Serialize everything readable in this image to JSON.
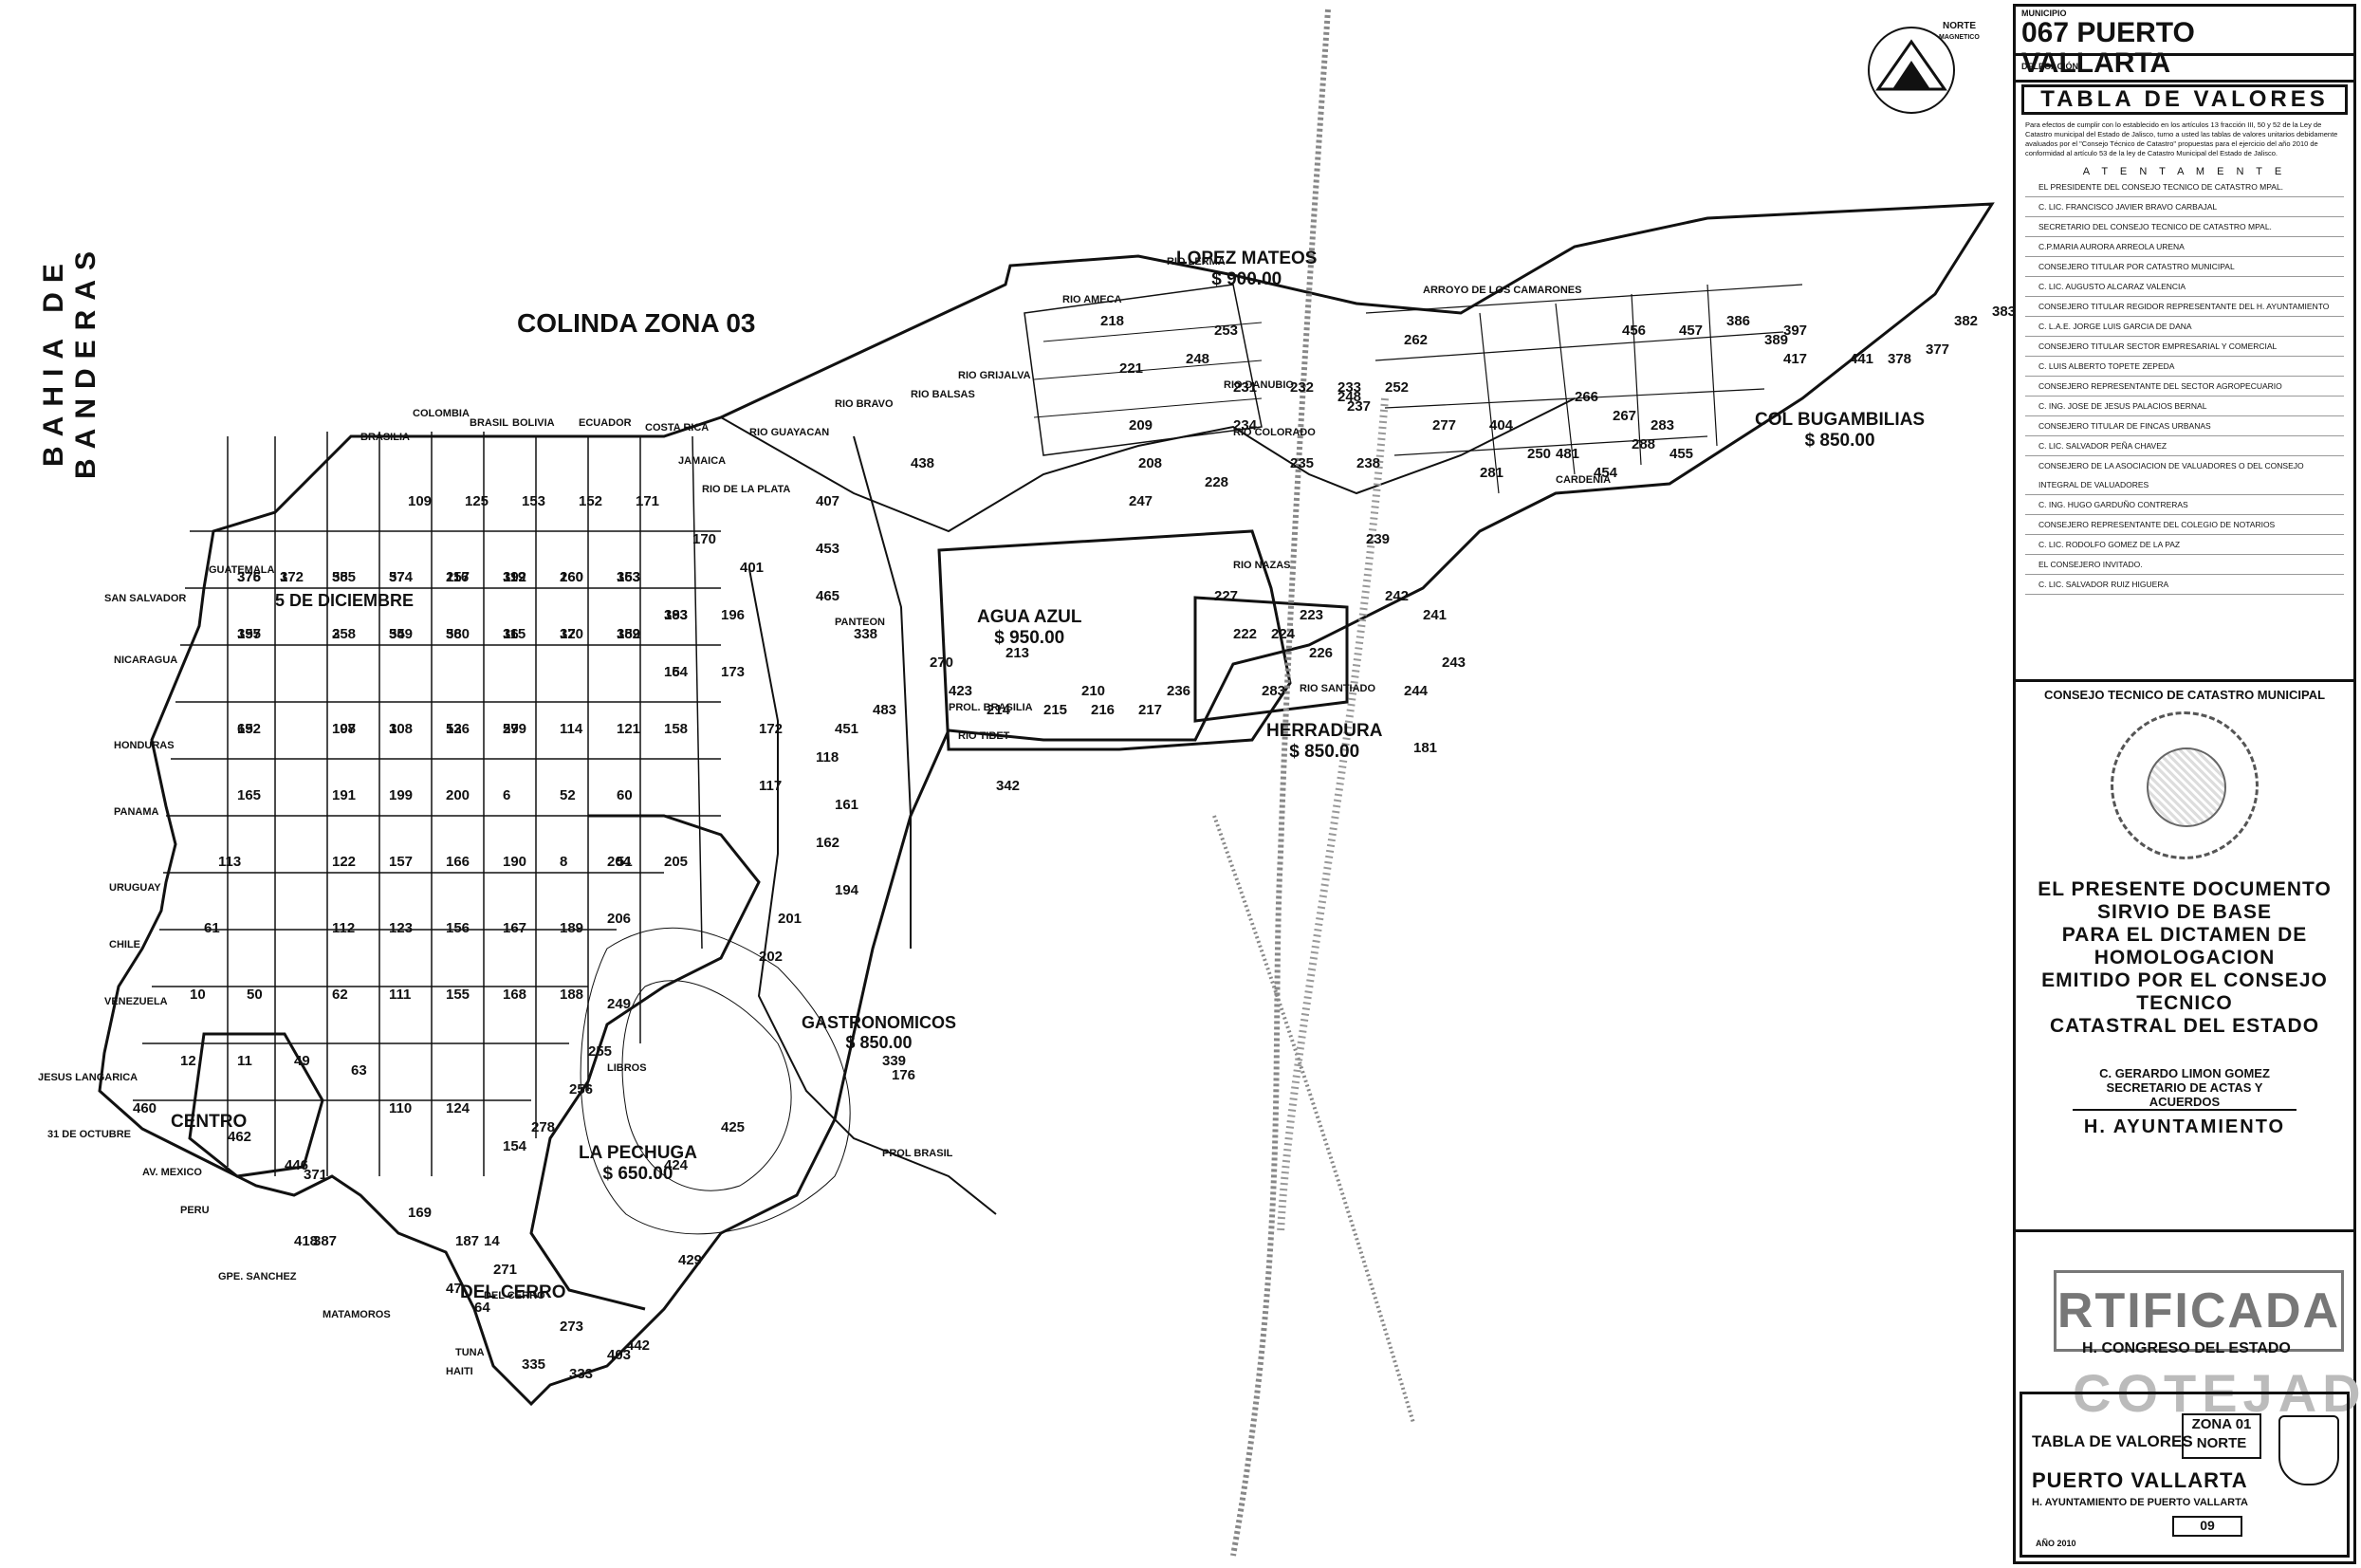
{
  "map": {
    "bay_name": "BAHIA DE BANDERAS",
    "border_zone": "COLINDA ZONA 03",
    "north_label": [
      "NORTE",
      "MAGNETICO"
    ],
    "colonias": [
      {
        "name": "LOPEZ MATEOS",
        "price": "$ 900.00"
      },
      {
        "name": "COL BUGAMBILIAS",
        "price": "$ 850.00"
      },
      {
        "name": "AGUA AZUL",
        "price": "$ 950.00"
      },
      {
        "name": "HERRADURA",
        "price": "$ 850.00"
      },
      {
        "name": "GASTRONOMICOS",
        "price": "$ 850.00"
      },
      {
        "name": "LA PECHUGA",
        "price": "$ 650.00"
      },
      {
        "name": "5 DE DICIEMBRE",
        "price": ""
      },
      {
        "name": "CENTRO",
        "price": ""
      },
      {
        "name": "DEL CERRO",
        "price": ""
      }
    ],
    "blocks": [
      "376",
      "1",
      "55",
      "57",
      "116",
      "119",
      "160",
      "163",
      "193",
      "197",
      "2",
      "54",
      "58",
      "115",
      "120",
      "159",
      "164",
      "192",
      "198",
      "3",
      "53",
      "59",
      "114",
      "121",
      "158",
      "165",
      "191",
      "199",
      "200",
      "6",
      "52",
      "60",
      "113",
      "122",
      "157",
      "166",
      "190",
      "8",
      "51",
      "61",
      "112",
      "123",
      "156",
      "167",
      "189",
      "10",
      "50",
      "62",
      "111",
      "155",
      "168",
      "188",
      "12",
      "11",
      "49",
      "63",
      "110",
      "124",
      "154",
      "169",
      "187",
      "14",
      "47",
      "64",
      "109",
      "125",
      "153",
      "152",
      "171",
      "170",
      "196",
      "173",
      "172",
      "117",
      "118",
      "161",
      "162",
      "194",
      "201",
      "202",
      "204",
      "205",
      "206",
      "249",
      "255",
      "256",
      "278",
      "271",
      "273",
      "335",
      "333",
      "403",
      "442",
      "424",
      "425",
      "429",
      "342",
      "339",
      "176",
      "401",
      "407",
      "453",
      "465",
      "338",
      "438",
      "483",
      "451",
      "270",
      "423",
      "210",
      "213",
      "214",
      "215",
      "216",
      "217",
      "218",
      "221",
      "209",
      "208",
      "247",
      "228",
      "227",
      "222",
      "223",
      "226",
      "224",
      "283",
      "253",
      "248",
      "231",
      "232",
      "233",
      "234",
      "235",
      "236",
      "237",
      "238",
      "239",
      "242",
      "241",
      "243",
      "244",
      "181",
      "248",
      "262",
      "252",
      "277",
      "404",
      "281",
      "250",
      "481",
      "266",
      "267",
      "283",
      "288",
      "454",
      "455",
      "456",
      "457",
      "386",
      "389",
      "397",
      "417",
      "441",
      "378",
      "377",
      "382",
      "383",
      "460",
      "462",
      "418",
      "446",
      "387",
      "371",
      "375",
      "372",
      "385",
      "374",
      "257",
      "392",
      "260",
      "353",
      "383",
      "355",
      "358",
      "359",
      "360",
      "36",
      "37",
      "382",
      "15",
      "65",
      "107",
      "108",
      "126",
      "279"
    ],
    "streets": [
      "BRASILIA",
      "COLOMBIA",
      "BRASIL",
      "BOLIVIA",
      "ECUADOR",
      "COSTA RICA",
      "JAMAICA",
      "GUATEMALA",
      "SAN SALVADOR",
      "NICARAGUA",
      "HONDURAS",
      "PANAMA",
      "URUGUAY",
      "CHILE",
      "VENEZUELA",
      "JESUS LANGARICA",
      "31 DE OCTUBRE",
      "AV. MEXICO",
      "PERU",
      "GPE. SANCHEZ",
      "MATAMOROS",
      "HAITI",
      "RIO DE LA PLATA",
      "RIO GUAYACAN",
      "RIO BRAVO",
      "RIO BALSAS",
      "RIO GRIJALVA",
      "RIO AMECA",
      "RIO LERMA",
      "RIO NAZAS",
      "RIO TIBET",
      "RIO SANTIADO",
      "RIO DANUBIO",
      "RIO COLORADO",
      "PROL. BRASILIA",
      "PANTEON",
      "LIBROS",
      "TUNA",
      "DEL CERRO",
      "CARDENIA",
      "PROL BRASIL",
      "ARROYO DE LOS CAMARONES"
    ]
  },
  "sidebar": {
    "municipio_label": "MUNICIPIO",
    "municipio": "067 PUERTO VALLARTA",
    "delegacion_label": "DELEGACIÓN",
    "tabla_title": "TABLA DE VALORES",
    "paragraph": "Para efectos de cumplir con lo establecido en los artículos 13 fracción III, 50 y 52 de la Ley de Catastro municipal del Estado de Jalisco, turno a usted las tablas de valores unitarios debidamente avaluados por el \"Consejo Técnico de Catastro\" propuestas para el ejercicio del año 2010 de conformidad al artículo 53 de la ley de Catastro Municipal del Estado de Jalisco.",
    "atentamente": "A T E N T A M E N T E",
    "signatories": [
      "EL PRESIDENTE DEL CONSEJO TECNICO DE CATASTRO MPAL.",
      "C. LIC. FRANCISCO JAVIER BRAVO CARBAJAL",
      "SECRETARIO DEL CONSEJO TECNICO DE CATASTRO MPAL.",
      "C.P.MARIA AURORA ARREOLA URENA",
      "CONSEJERO TITULAR POR CATASTRO MUNICIPAL",
      "C. LIC. AUGUSTO ALCARAZ VALENCIA",
      "CONSEJERO TITULAR REGIDOR REPRESENTANTE DEL H. AYUNTAMIENTO",
      "C. L.A.E. JORGE LUIS GARCIA DE DANA",
      "CONSEJERO TITULAR SECTOR EMPRESARIAL Y COMERCIAL",
      "C. LUIS ALBERTO TOPETE ZEPEDA",
      "CONSEJERO REPRESENTANTE DEL SECTOR AGROPECUARIO",
      "C. ING. JOSE DE JESUS PALACIOS BERNAL",
      "CONSEJERO TITULAR DE FINCAS URBANAS",
      "C. LIC. SALVADOR PEÑA CHAVEZ",
      "CONSEJERO DE LA ASOCIACION DE VALUADORES O DEL CONSEJO INTEGRAL DE VALUADORES",
      "C. ING. HUGO GARDUÑO CONTRERAS",
      "CONSEJERO REPRESENTANTE DEL COLEGIO DE NOTARIOS",
      "C. LIC. RODOLFO GOMEZ DE LA PAZ",
      "EL CONSEJERO INVITADO.",
      "C. LIC. SALVADOR RUIZ HIGUERA"
    ],
    "consejo_title": "CONSEJO TECNICO DE CATASTRO MUNICIPAL",
    "dictamen_lines": [
      "EL PRESENTE DOCUMENTO SIRVIO DE BASE",
      "PARA EL DICTAMEN DE HOMOLOGACION",
      "EMITIDO POR EL CONSEJO TECNICO",
      "CATASTRAL DEL ESTADO"
    ],
    "signer_name": "C. GERARDO LIMON GOMEZ",
    "signer_role": "SECRETARIO DE ACTAS Y ACUERDOS",
    "ayuntamiento": "H. AYUNTAMIENTO",
    "stamp_certificada": "RTIFICADA",
    "stamp_congreso": "H. CONGRESO DEL ESTADO",
    "stamp_cotejada": "COTEJADA",
    "titleblock": {
      "tabla": "TABLA DE VALORES",
      "zona": "ZONA 01",
      "zona_sub": "NORTE",
      "municipio": "PUERTO VALLARTA",
      "ayuntamiento": "H. AYUNTAMIENTO DE PUERTO VALLARTA",
      "hoja": "09",
      "anio": "AÑO 2010"
    }
  }
}
